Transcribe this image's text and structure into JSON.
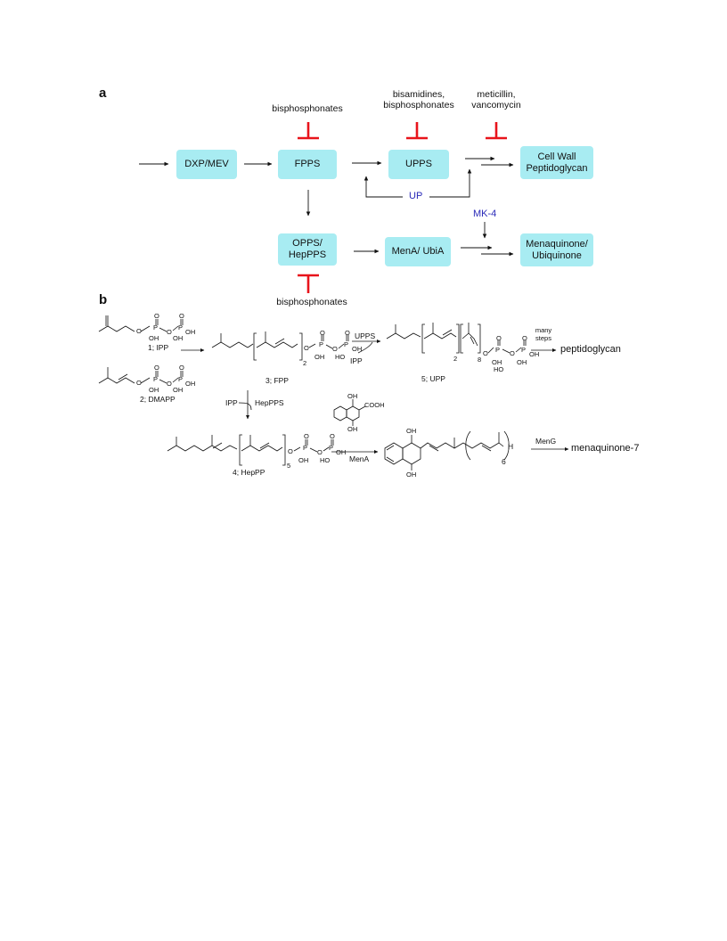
{
  "panels": {
    "a": "a",
    "b": "b"
  },
  "pathway": {
    "boxes": {
      "dxp_mev": "DXP/MEV",
      "fpps": "FPPS",
      "upps": "UPPS",
      "cell_wall": "Cell Wall\nPeptidoglycan",
      "opps_hepps": "OPPS/\nHepPPS",
      "mena_ubia": "MenA/ UbiA",
      "menaquinone": "Menaquinone/\nUbiquinone"
    },
    "inhibitors": {
      "fpps": "bisphosphonates",
      "upps": "bisamidines,\nbisphosphonates",
      "cell_wall": "meticillin,\nvancomycin",
      "opps": "bisphosphonates"
    },
    "up_label": "UP",
    "mk4_label": "MK-4",
    "colors": {
      "box_fill": "#a8ecf2",
      "inhibit": "#e8141b",
      "blue_text": "#2a2ab8"
    }
  },
  "scheme": {
    "ipp_label": "1; IPP",
    "dmapp_label": "2; DMAPP",
    "fpp_label": "3; FPP",
    "upp_label": "5; UPP",
    "hepp_label": "4; HepPP",
    "fpp_sub": "2",
    "upp_sub_a": "2",
    "upp_sub_b": "8",
    "hepp_sub": "5",
    "mk_sub": "6",
    "mk_H": "H",
    "upps_reagent": "UPPS",
    "ipp_reagent1": "IPP",
    "ipp_reagent2": "IPP",
    "hepps_reagent": "HepPPS",
    "many_steps": "many\nsteps",
    "peptidoglycan": "peptidoglycan",
    "mena_reagent": "MenA",
    "meng_reagent": "MenG",
    "menaquinone7": "menaquinone-7",
    "oh": "OH",
    "cooh": "COOH",
    "o": "O",
    "p": "P",
    "ho": "HO"
  }
}
